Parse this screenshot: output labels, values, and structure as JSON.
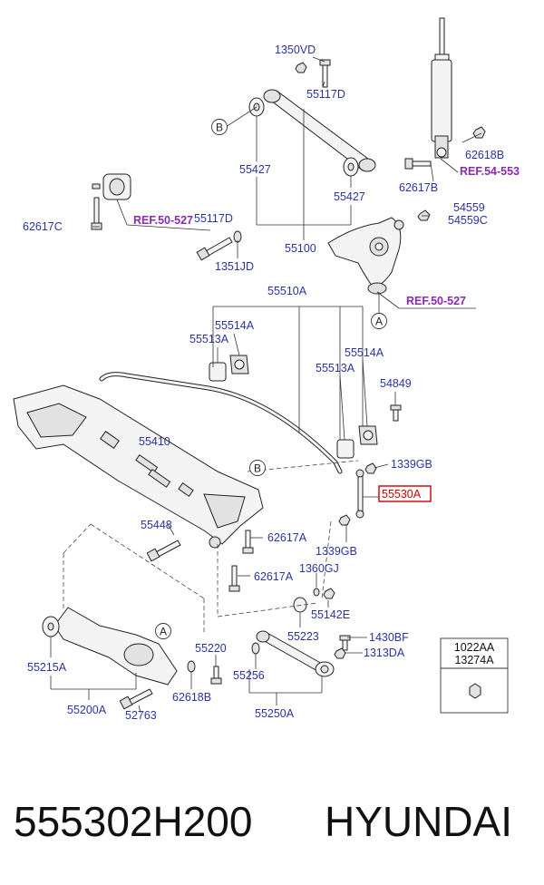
{
  "labels": {
    "p1350VD": "1350VD",
    "p55117D_top": "55117D",
    "pB_top": "B",
    "p62618B_top": "62618B",
    "ref54553": "REF.54-553",
    "p62617B": "62617B",
    "p55427_left": "55427",
    "p55427_right": "55427",
    "p54559": "54559",
    "p54559C": "54559C",
    "p62617C": "62617C",
    "ref50527_left": "REF.50-527",
    "p55117D_mid": "55117D",
    "p1351JD": "1351JD",
    "p55100": "55100",
    "ref50527_right": "REF.50-527",
    "pA_mid": "A",
    "p55510A": "55510A",
    "p55514A_left": "55514A",
    "p55513A_left": "55513A",
    "p55514A_right": "55514A",
    "p55513A_right": "55513A",
    "p54849": "54849",
    "p55410": "55410",
    "pB_mid": "B",
    "p1339GB_top": "1339GB",
    "p55530A": "55530A",
    "p55448": "55448",
    "p62617A_right": "62617A",
    "p1339GB_bot": "1339GB",
    "p1360GJ": "1360GJ",
    "p62617A_left": "62617A",
    "p55142E": "55142E",
    "p55223": "55223",
    "pA_low": "A",
    "p1430BF": "1430BF",
    "p55220": "55220",
    "p1313DA": "1313DA",
    "p55215A": "55215A",
    "p55256": "55256",
    "p62618B_bot": "62618B",
    "p55200A": "55200A",
    "p52763": "52763",
    "p55250A": "55250A"
  },
  "inset": {
    "line1": "1022AA",
    "line2": "13274A"
  },
  "footer": {
    "part_number": "555302H200",
    "brand": "HYUNDAI"
  },
  "colors": {
    "label": "#2a33a0",
    "ref": "#8a2bb0",
    "highlight": "#cc0000"
  }
}
